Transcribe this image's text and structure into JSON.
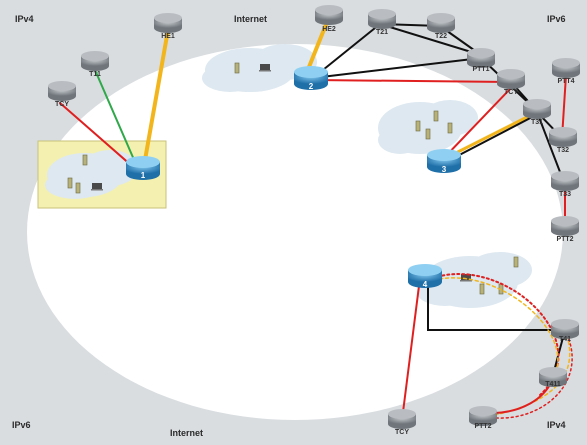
{
  "regions": {
    "ipv4_top": "IPv4",
    "internet_top": "Internet",
    "ipv6_top": "IPv6",
    "ipv6_bottom": "IPv6",
    "internet_bottom": "Internet",
    "ipv4_bottom": "IPv4"
  },
  "routers": {
    "he1": "HE1",
    "he2": "HE2",
    "t11": "T11",
    "tcy1": "TCY",
    "t21": "T21",
    "t22": "T22",
    "ptt1": "PTT1",
    "tcy2": "TCY",
    "ptt4": "PTT4",
    "t31": "T31",
    "t32": "T32",
    "t33": "T33",
    "ptt2a": "PTT2",
    "t41": "T41",
    "t411": "T411",
    "ptt2b": "PTT2",
    "tcy3": "TCY"
  },
  "hubs": {
    "h1": "1",
    "h2": "2",
    "h3": "3",
    "h4": "4"
  },
  "colors": {
    "background": "#d9dde0",
    "cloud_area": "#ffffff",
    "router_gray": "#8a8f94",
    "router_blue": "#2a8cc8",
    "link_red": "#e02020",
    "link_yellow": "#f2b51c",
    "link_black": "#111111",
    "link_green": "#2fa84a",
    "highlight_box": "#f4f1b0"
  }
}
